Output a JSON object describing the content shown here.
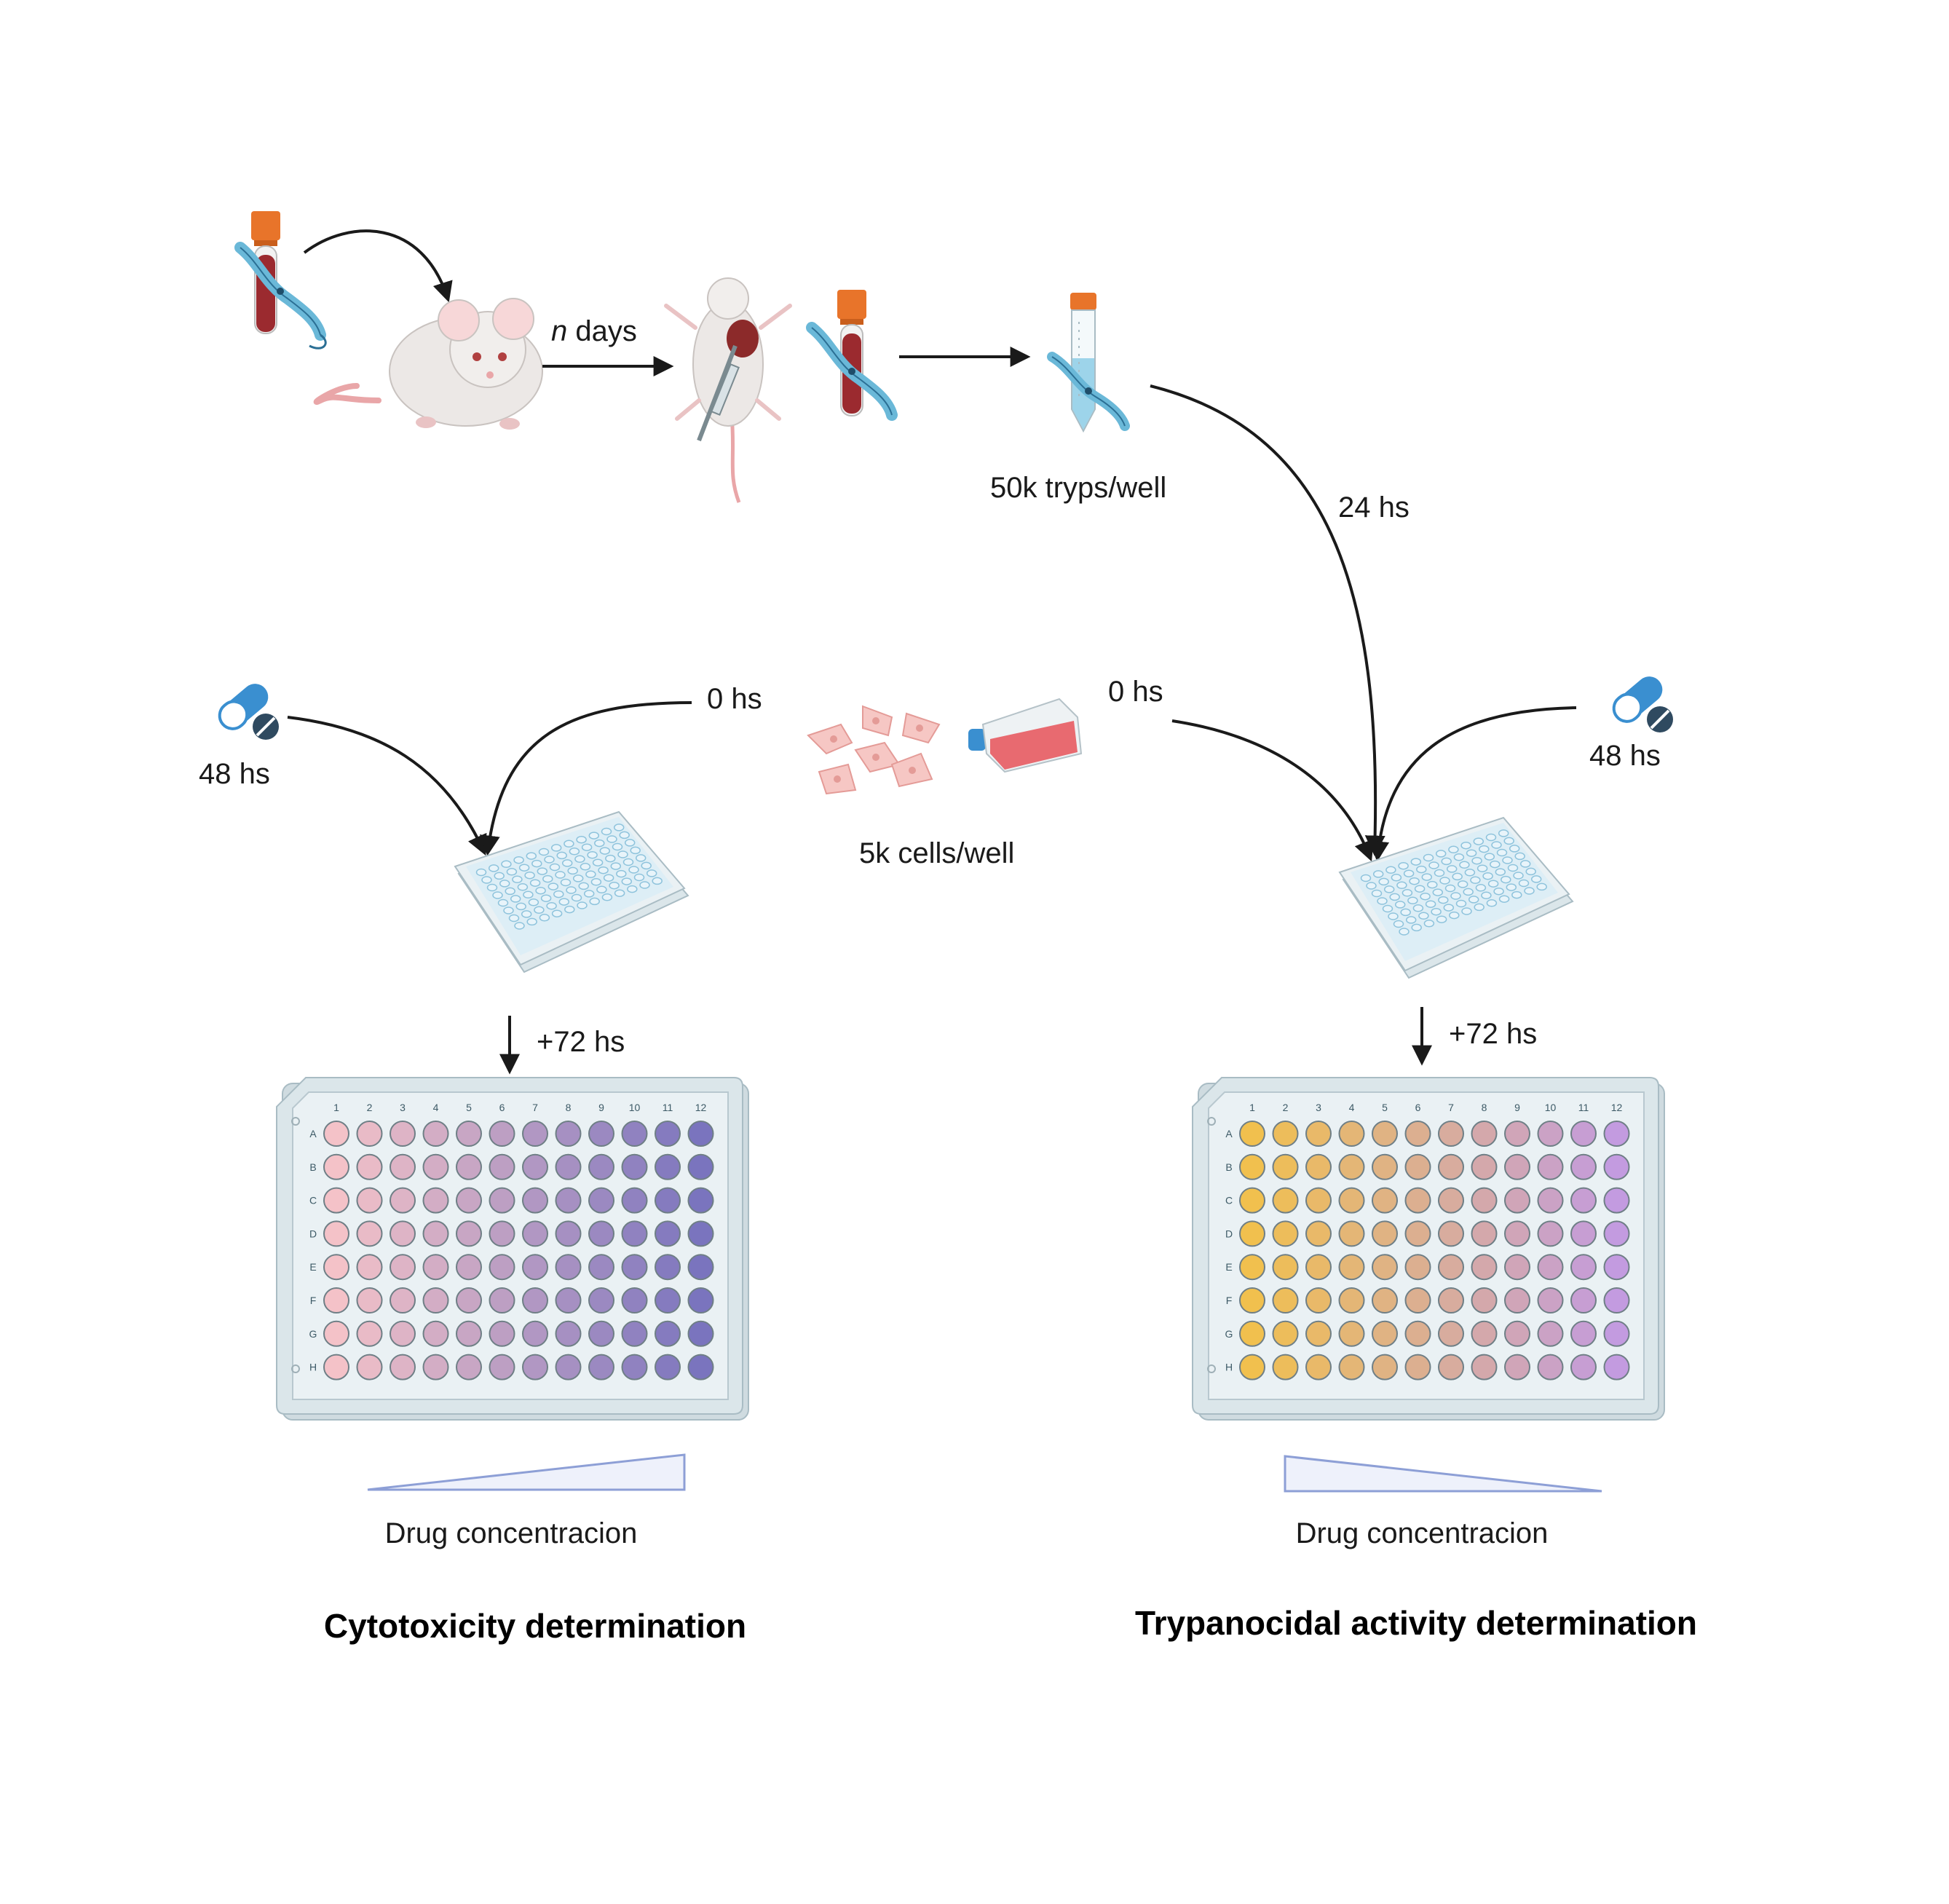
{
  "labels": {
    "n_italic": "n",
    "days": "days",
    "tryps_per_well": "50k tryps/well",
    "hs24": "24 hs",
    "hs0_left": "0 hs",
    "hs0_right": "0 hs",
    "hs48_left": "48 hs",
    "hs48_right": "48 hs",
    "cells_per_well": "5k cells/well",
    "plus72_left": "+72 hs",
    "plus72_right": "+72 hs",
    "drug_conc_left": "Drug concentracion",
    "drug_conc_right": "Drug concentracion"
  },
  "titles": {
    "left": "Cytotoxicity determination",
    "right": "Trypanocidal activity determination"
  },
  "plate": {
    "columns": [
      "1",
      "2",
      "3",
      "4",
      "5",
      "6",
      "7",
      "8",
      "9",
      "10",
      "11",
      "12"
    ],
    "rows": [
      "A",
      "B",
      "C",
      "D",
      "E",
      "F",
      "G",
      "H"
    ]
  },
  "colors": {
    "arrow": "#1a1a1a",
    "tube_cap": "#e8742a",
    "blood": "#9b2a2f",
    "parasite": "#6ab8d8",
    "pill_blue": "#3a8fd0",
    "pill_dark": "#2f4a60",
    "plate_frame": "#dbe6ea",
    "plate_inner": "#eaf1f4",
    "cyto_well_start": "#f4c2c8",
    "cyto_well_end": "#7a74be",
    "tryp_well_start": "#f1c04e",
    "tryp_well_end": "#c39be0",
    "wedge_fill": "#eef1fb",
    "wedge_stroke": "#8d9fd6"
  }
}
